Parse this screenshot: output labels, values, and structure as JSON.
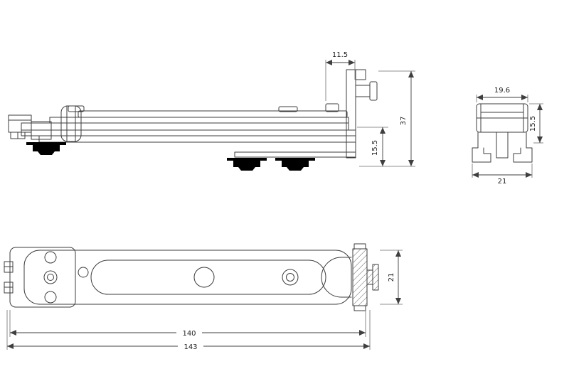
{
  "drawing": {
    "kind": "technical-dimension-drawing",
    "background_color": "#ffffff",
    "line_color": "#3c3c3c",
    "views": {
      "side": {
        "name": "side-elevation",
        "dims": {
          "top_offset": "11.5",
          "total_height": "37",
          "lower_height": "15.5"
        }
      },
      "end": {
        "name": "end-view",
        "dims": {
          "top_width": "19.6",
          "height": "15.5",
          "base_width": "21"
        }
      },
      "plan": {
        "name": "plan-view",
        "dims": {
          "end_height": "21",
          "hole_span": "140",
          "overall_length": "143"
        }
      }
    }
  }
}
